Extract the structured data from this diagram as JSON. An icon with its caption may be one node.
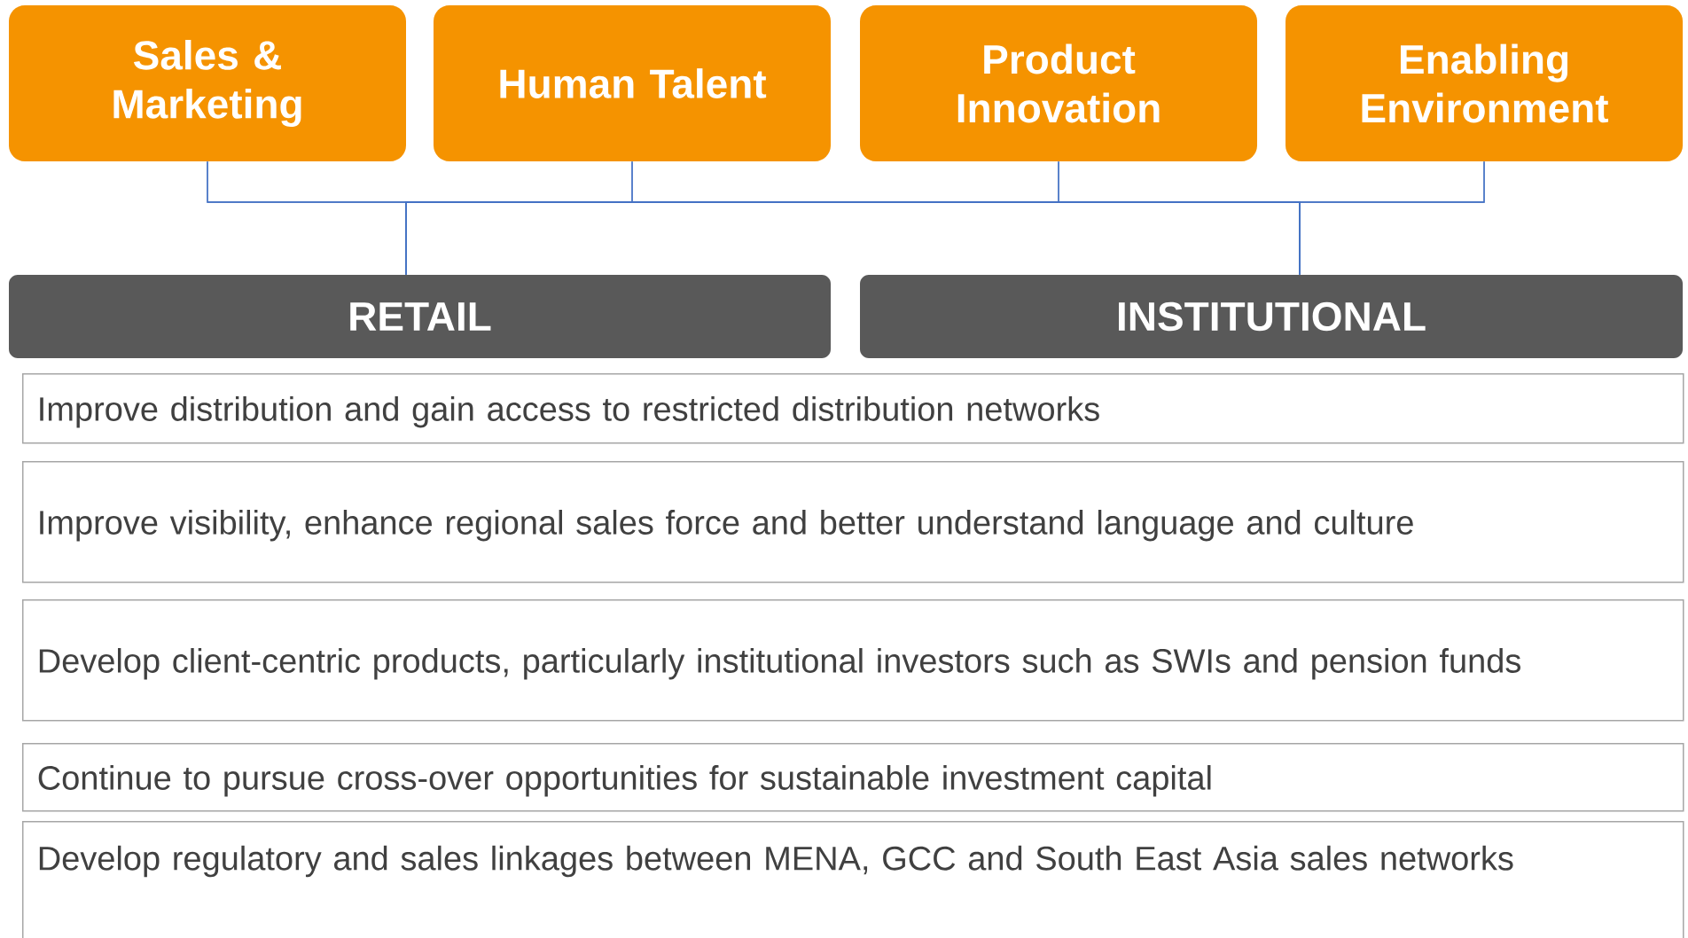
{
  "diagram": {
    "nodes": [
      {
        "text": [
          "Sales & Marketing"
        ]
      },
      {
        "text": [
          "Human Talent"
        ]
      },
      {
        "text": [
          "Product Innovation"
        ]
      },
      {
        "text": [
          "Enabling Environment"
        ]
      },
      {
        "text": [
          "RETAIL"
        ]
      },
      {
        "text": [
          "INSTITUTIONAL"
        ]
      },
      {
        "text": [
          "Improve distribution and gain access to restricted distribution networks"
        ]
      },
      {
        "text": [
          "Improve visibility, enhance regional sales force and better understand language and culture"
        ]
      },
      {
        "text": [
          "Develop client-centric products, particularly institutional investors such as SWIs and pension funds"
        ]
      },
      {
        "text": [
          "Continue to pursue cross-over opportunities for sustainable investment capital"
        ]
      },
      {
        "text": [
          "Develop regulatory and sales linkages between MENA, GCC and South East Asia sales networks"
        ]
      }
    ],
    "edges": [
      {
        "from": 0,
        "to": 4,
        "arrow": "none"
      },
      {
        "from": 0,
        "to": 5,
        "arrow": "none"
      },
      {
        "from": 1,
        "to": 4,
        "arrow": "none"
      },
      {
        "from": 1,
        "to": 5,
        "arrow": "none"
      },
      {
        "from": 2,
        "to": 4,
        "arrow": "none"
      },
      {
        "from": 2,
        "to": 5,
        "arrow": "none"
      },
      {
        "from": 3,
        "to": 4,
        "arrow": "none"
      },
      {
        "from": 3,
        "to": 5,
        "arrow": "none"
      }
    ]
  }
}
